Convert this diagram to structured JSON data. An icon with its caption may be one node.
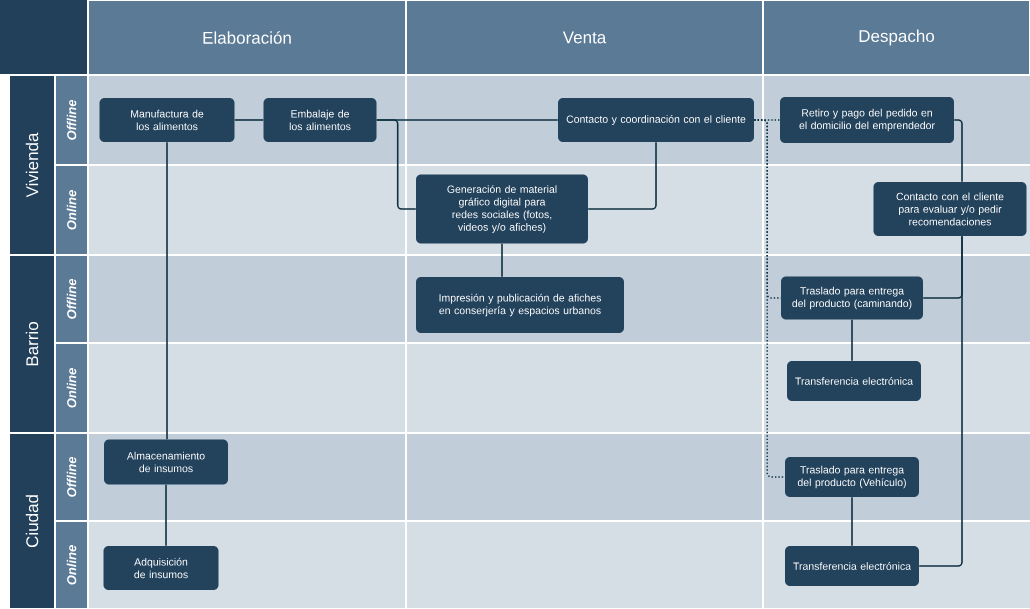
{
  "diagram": {
    "nodes": [
      {
        "text": [
          "Elaboración"
        ]
      },
      {
        "text": [
          "Venta"
        ]
      },
      {
        "text": [
          "Despacho"
        ]
      },
      {
        "text": [
          "Vivienda"
        ]
      },
      {
        "text": [
          "Offline"
        ]
      },
      {
        "text": [
          "Online"
        ]
      },
      {
        "text": [
          "Barrio"
        ]
      },
      {
        "text": [
          "Offline"
        ]
      },
      {
        "text": [
          "Online"
        ]
      },
      {
        "text": [
          "Ciudad"
        ]
      },
      {
        "text": [
          "Offline"
        ]
      },
      {
        "text": [
          "Online"
        ]
      },
      {
        "text": [
          "Manufactura de los alimentos"
        ]
      },
      {
        "text": [
          "Embalaje de los alimentos"
        ]
      },
      {
        "text": [
          "Contacto y coordinación con el cliente"
        ]
      },
      {
        "text": [
          "Retiro y pago del pedido en el domicilio del emprendedor"
        ]
      },
      {
        "text": [
          "Generación de material gráfico digital para redes sociales (fotos, videos y/o afiches)"
        ]
      },
      {
        "text": [
          "Contacto con el cliente para evaluar y/o pedir recomendaciones"
        ]
      },
      {
        "text": [
          "Impresión y publicación de afiches en conserjería y espacios urbanos"
        ]
      },
      {
        "text": [
          "Traslado para entrega del producto (caminando)"
        ]
      },
      {
        "text": [
          "Transferencia electrónica"
        ]
      },
      {
        "text": [
          "Almacenamiento de insumos"
        ]
      },
      {
        "text": [
          "Traslado para entrega del producto (Vehículo)"
        ]
      },
      {
        "text": [
          "Transferencia electrónica"
        ]
      },
      {
        "text": [
          "Adquisición de insumos"
        ]
      }
    ],
    "edges": [
      {
        "from": 12,
        "to": 13,
        "arrow": "none"
      },
      {
        "from": 13,
        "to": 14,
        "arrow": "none"
      },
      {
        "from": 13,
        "to": 16,
        "arrow": "none"
      },
      {
        "from": 14,
        "to": 16,
        "arrow": "none"
      },
      {
        "from": 16,
        "to": 18,
        "arrow": "none"
      },
      {
        "from": 14,
        "to": 15,
        "arrow": "none",
        "style": "dashed"
      },
      {
        "from": 14,
        "to": 19,
        "arrow": "none",
        "style": "dashed"
      },
      {
        "from": 14,
        "to": 22,
        "arrow": "none",
        "style": "dashed"
      },
      {
        "from": 15,
        "to": 17,
        "arrow": "none"
      },
      {
        "from": 17,
        "to": 19,
        "arrow": "none"
      },
      {
        "from": 17,
        "to": 23,
        "arrow": "none"
      },
      {
        "from": 19,
        "to": 20,
        "arrow": "none"
      },
      {
        "from": 22,
        "to": 23,
        "arrow": "none"
      },
      {
        "from": 12,
        "to": 21,
        "arrow": "none"
      },
      {
        "from": 21,
        "to": 24,
        "arrow": "none"
      }
    ]
  }
}
